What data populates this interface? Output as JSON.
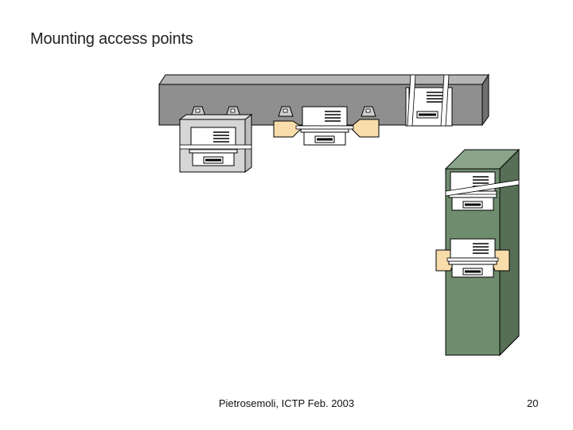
{
  "slide": {
    "title": "Mounting access points",
    "footer": "Pietrosemoli, ICTP Feb. 2003",
    "page_number": "20"
  },
  "colors": {
    "ceiling_beam": "#8f8f8f",
    "ceiling_beam_top": "#b5b5b5",
    "ceiling_beam_side": "#6f6f6f",
    "pillar_front": "#6f8c6f",
    "pillar_side": "#566f56",
    "pillar_top": "#8aa58a",
    "bracket_fill": "#f8dcaa",
    "device_fill": "#ffffff",
    "outline": "#000000"
  },
  "diagram": {
    "elements": [
      "ceiling-beam",
      "hanging-enclosure-access-point",
      "bracket-mounted-access-point",
      "strapped-access-point-on-beam",
      "support-pillar",
      "strapped-access-point-on-pillar",
      "bracket-mounted-access-point-on-pillar"
    ]
  }
}
